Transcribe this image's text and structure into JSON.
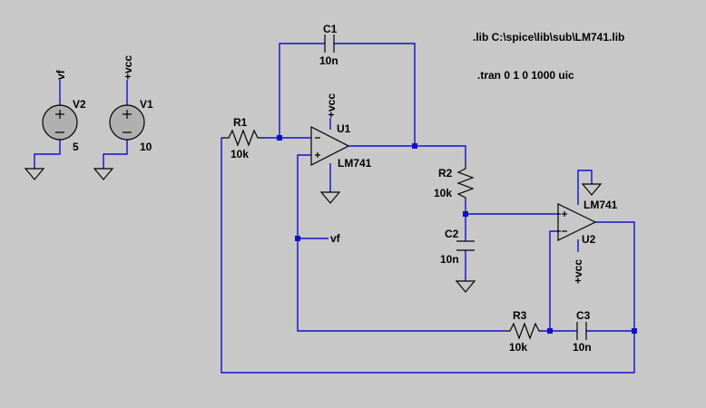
{
  "directives": {
    "lib": ".lib C:\\spice\\lib\\sub\\LM741.lib",
    "tran": ".tran 0 1 0 1000 uic"
  },
  "sources": {
    "v2": {
      "name": "V2",
      "value": "5",
      "net": "vf"
    },
    "v1": {
      "name": "V1",
      "value": "10",
      "net": "+vcc"
    }
  },
  "components": {
    "r1": {
      "name": "R1",
      "value": "10k"
    },
    "r2": {
      "name": "R2",
      "value": "10k"
    },
    "r3": {
      "name": "R3",
      "value": "10k"
    },
    "c1": {
      "name": "C1",
      "value": "10n"
    },
    "c2": {
      "name": "C2",
      "value": "10n"
    },
    "c3": {
      "name": "C3",
      "value": "10n"
    },
    "u1": {
      "name": "U1",
      "model": "LM741",
      "supply": "+vcc"
    },
    "u2": {
      "name": "U2",
      "model": "LM741",
      "supply": "+vcc"
    }
  },
  "net_labels": {
    "vf": "vf"
  },
  "colors": {
    "wire": "#1010c8",
    "background": "#c8c8c8",
    "symbol": "#000000"
  }
}
